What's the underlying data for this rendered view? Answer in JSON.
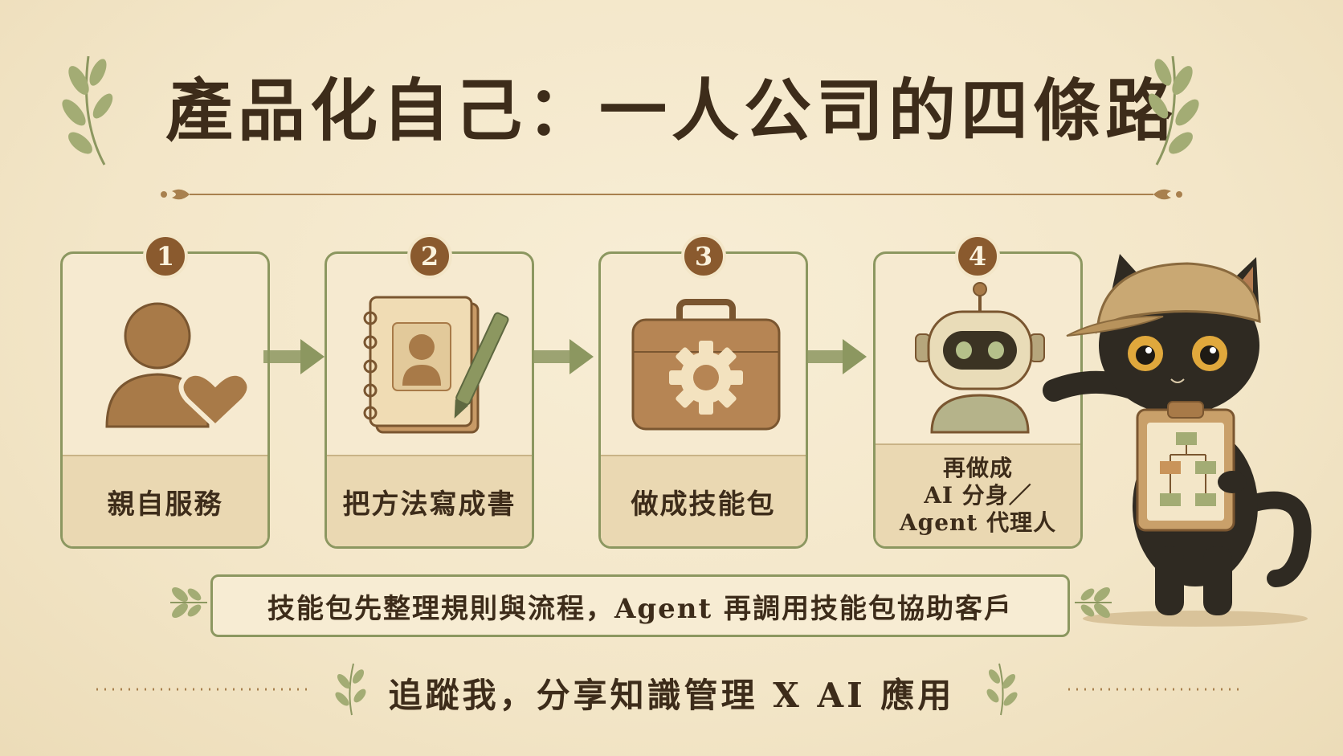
{
  "title": "產品化自己：一人公司的四條路",
  "steps": [
    {
      "number": "1",
      "label": "親自服務",
      "icon": "person-heart-icon"
    },
    {
      "number": "2",
      "label": "把方法寫成書",
      "icon": "notebook-pen-icon"
    },
    {
      "number": "3",
      "label": "做成技能包",
      "icon": "briefcase-gear-icon"
    },
    {
      "number": "4",
      "label_lines": [
        "再做成",
        "AI 分身／",
        "Agent 代理人"
      ],
      "icon": "robot-icon"
    }
  ],
  "note": "技能包先整理規則與流程，Agent 再調用技能包協助客戶",
  "footer": "追蹤我，分享知識管理 X AI 應用",
  "colors": {
    "background": "#f3e6c8",
    "frame": "#8c9760",
    "badge": "#8a5a2e",
    "text": "#3d2c1a",
    "icon_brown": "#a87a48"
  },
  "mascot": "black-cat-with-cap-and-flowchart-clipboard"
}
